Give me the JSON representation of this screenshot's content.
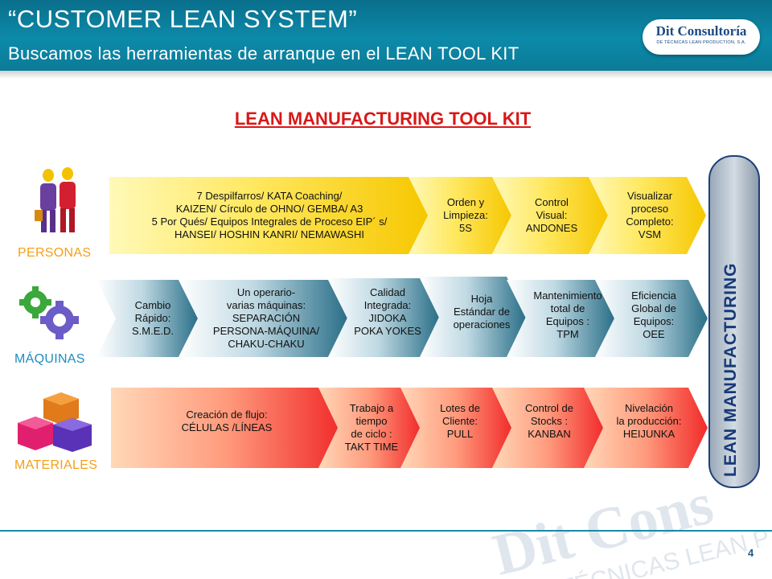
{
  "header": {
    "title": "“CUSTOMER LEAN SYSTEM”",
    "subtitle": "Buscamos las herramientas de arranque en el LEAN TOOL KIT"
  },
  "logo": {
    "name": "Dit Consultoría",
    "tagline": "DE TÉCNICAS LEAN PRODUCTION, S.A."
  },
  "kit_title": "LEAN MANUFACTURING TOOL  KIT",
  "rows": {
    "personas": {
      "label": "PERSONAS",
      "label_color": "#f5a018",
      "icon": "people-icon",
      "tools": [
        "7 Despilfarros/ KATA Coaching/\nKAIZEN/  Círculo de OHNO/ GEMBA/ A3\n5 Por Qués/ Equipos Integrales de Proceso EIP´ s/\nHANSEI/  HOSHIN KANRI/ NEMAWASHI",
        "Orden y\nLimpieza:\n5S",
        "Control\nVisual:\nANDONES",
        "Visualizar\nproceso\nCompleto:\nVSM"
      ]
    },
    "maquinas": {
      "label": "MÁQUINAS",
      "label_color": "#1f8bc0",
      "icon": "gears-icon",
      "tools": [
        "Cambio\nRápido:\nS.M.E.D.",
        "Un operario-\nvarias máquinas:\nSEPARACIÓN\nPERSONA-MÁQUINA/\nCHAKU-CHAKU",
        "Calidad\nIntegrada:\nJIDOKA\nPOKA YOKES",
        "Hoja\nEstándar de\noperaciones",
        "Mantenimiento\ntotal de\nEquipos :\nTPM",
        "Eficiencia\nGlobal de\nEquipos:\nOEE"
      ]
    },
    "materiales": {
      "label": "MATERIALES",
      "label_color": "#f5a018",
      "icon": "blocks-icon",
      "tools": [
        "Creación de flujo:\nCÉLULAS /LÍNEAS",
        "Trabajo a\ntiempo\nde ciclo :\nTAKT TIME",
        "Lotes de\nCliente:\nPULL",
        "Control de\nStocks :\nKANBAN",
        "Nivelación\nla producción:\nHEIJUNKA"
      ]
    }
  },
  "side_label": "LEAN MANUFACTURING",
  "page_number": "4",
  "watermark_icon": "dit-consultoria-watermark-icon",
  "colors": {
    "header": "#0c8aa9",
    "title_red": "#d91818",
    "side_text": "#173a78"
  }
}
